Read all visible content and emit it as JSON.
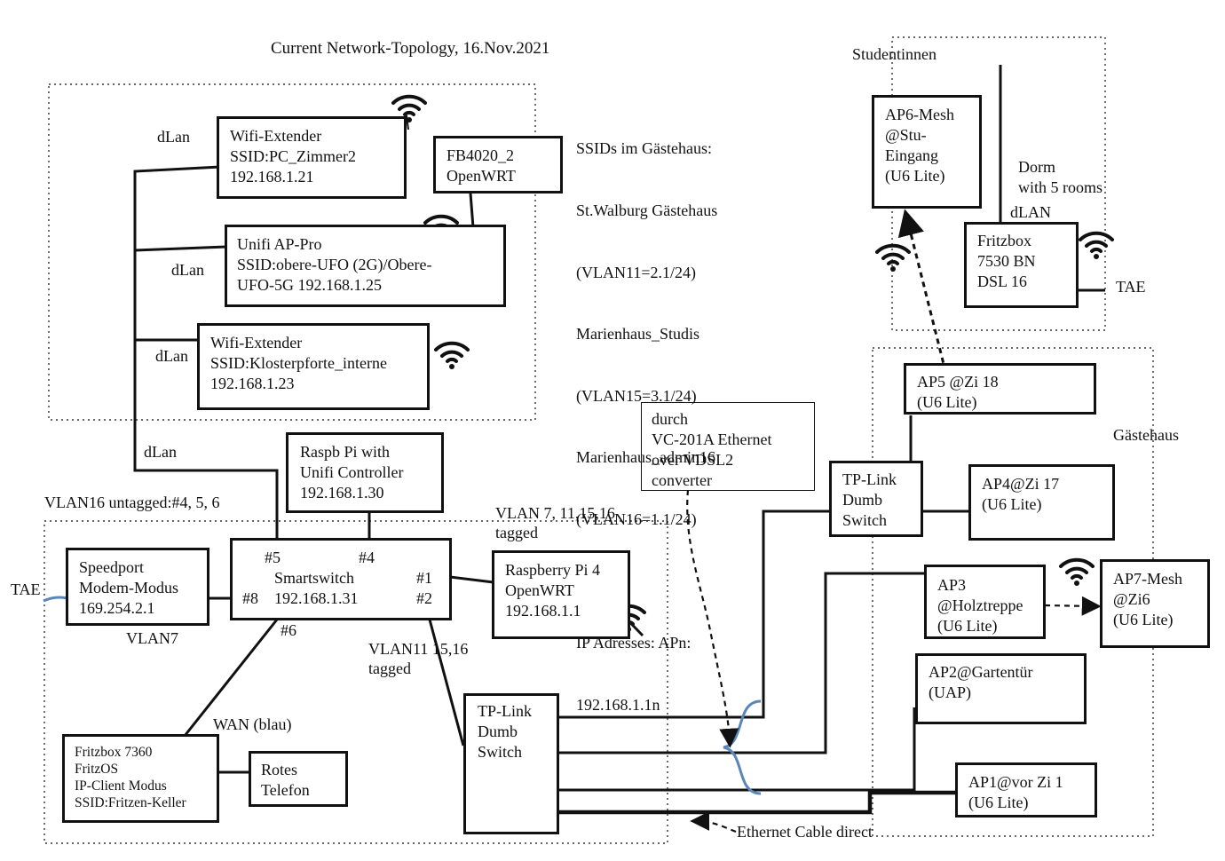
{
  "title": "Current Network-Topology, 16.Nov.2021",
  "ssid_info": {
    "lines": [
      "SSIDs im Gästehaus:",
      "St.Walburg Gästehaus",
      "(VLAN11=2.1/24)",
      "Marienhaus_Studis",
      "(VLAN15=3.1/24)",
      "Marienhaus_admin16",
      "(VLAN16=1.1/24)",
      "",
      "IP Adresses: APn:",
      "192.168.1.1n"
    ]
  },
  "nodes": {
    "wifi_ext_pc": "Wifi-Extender\nSSID:PC_Zimmer2\n192.168.1.21",
    "fb4020": "FB4020_2\nOpenWRT",
    "unifi_ap_pro": "Unifi AP-Pro\nSSID:obere-UFO (2G)/Obere-\nUFO-5G 192.168.1.25",
    "wifi_ext_kloster": "Wifi-Extender\nSSID:Klosterpforte_interne\n192.168.1.23",
    "raspb_pi_controller": "Raspb Pi with\nUnifi Controller\n192.168.1.30",
    "speedport": "Speedport\nModem-Modus\n169.254.2.1",
    "smartswitch": "Smartswitch\n192.168.1.31",
    "raspberry_pi4": "Raspberry Pi 4\nOpenWRT\n192.168.1.1",
    "fritzbox_7360": "Fritzbox 7360\nFritzOS\nIP-Client Modus\nSSID:Fritzen-Keller",
    "rotes_telefon": "Rotes\nTelefon",
    "tplink_lower": "TP-Link\nDumb\nSwitch",
    "tplink_upper": "TP-Link\nDumb\nSwitch",
    "converter_note": "durch\nVC-201A Ethernet\nover VDSL2\nconverter",
    "ap6": "AP6-Mesh\n@Stu-\nEingang\n(U6 Lite)",
    "fritzbox_7530": "Fritzbox\n7530 BN\nDSL 16",
    "ap5": "AP5 @Zi 18\n(U6 Lite)",
    "ap4": "AP4@Zi 17\n(U6 Lite)",
    "ap3": "AP3\n@Holztreppe\n(U6 Lite)",
    "ap7": "AP7-Mesh\n@Zi6\n(U6 Lite)",
    "ap2": "AP2@Gartentür\n(UAP)",
    "ap1": "AP1@vor Zi 1\n(U6 Lite)"
  },
  "labels": {
    "dlan_1": "dLan",
    "dlan_2": "dLan",
    "dlan_3": "dLan",
    "dlan_4": "dLan",
    "vlan16_untagged": "VLAN16 untagged:#4, 5, 6",
    "vlan7_tagged": "VLAN 7, 11,15,16\ntagged",
    "vlan11_tagged": "VLAN11 15,16\ntagged",
    "vlan7": "VLAN7",
    "tae_left": "TAE",
    "tae_right": "TAE",
    "wan": "WAN (blau)",
    "port_5": "#5",
    "port_4": "#4",
    "port_1": "#1",
    "port_2": "#2",
    "port_8": "#8",
    "port_6": "#6",
    "studentinnen": "Studentinnen",
    "dorm": "Dorm\nwith 5 rooms",
    "dlan_dorm": "dLAN",
    "gaestehaus": "Gästehaus",
    "ethernet_direct": "Ethernet Cable direct"
  },
  "icons": [
    "wifi-icon",
    "wifi-off-icon"
  ],
  "colors": {
    "line": "#111111",
    "brace": "#5b86b8"
  }
}
